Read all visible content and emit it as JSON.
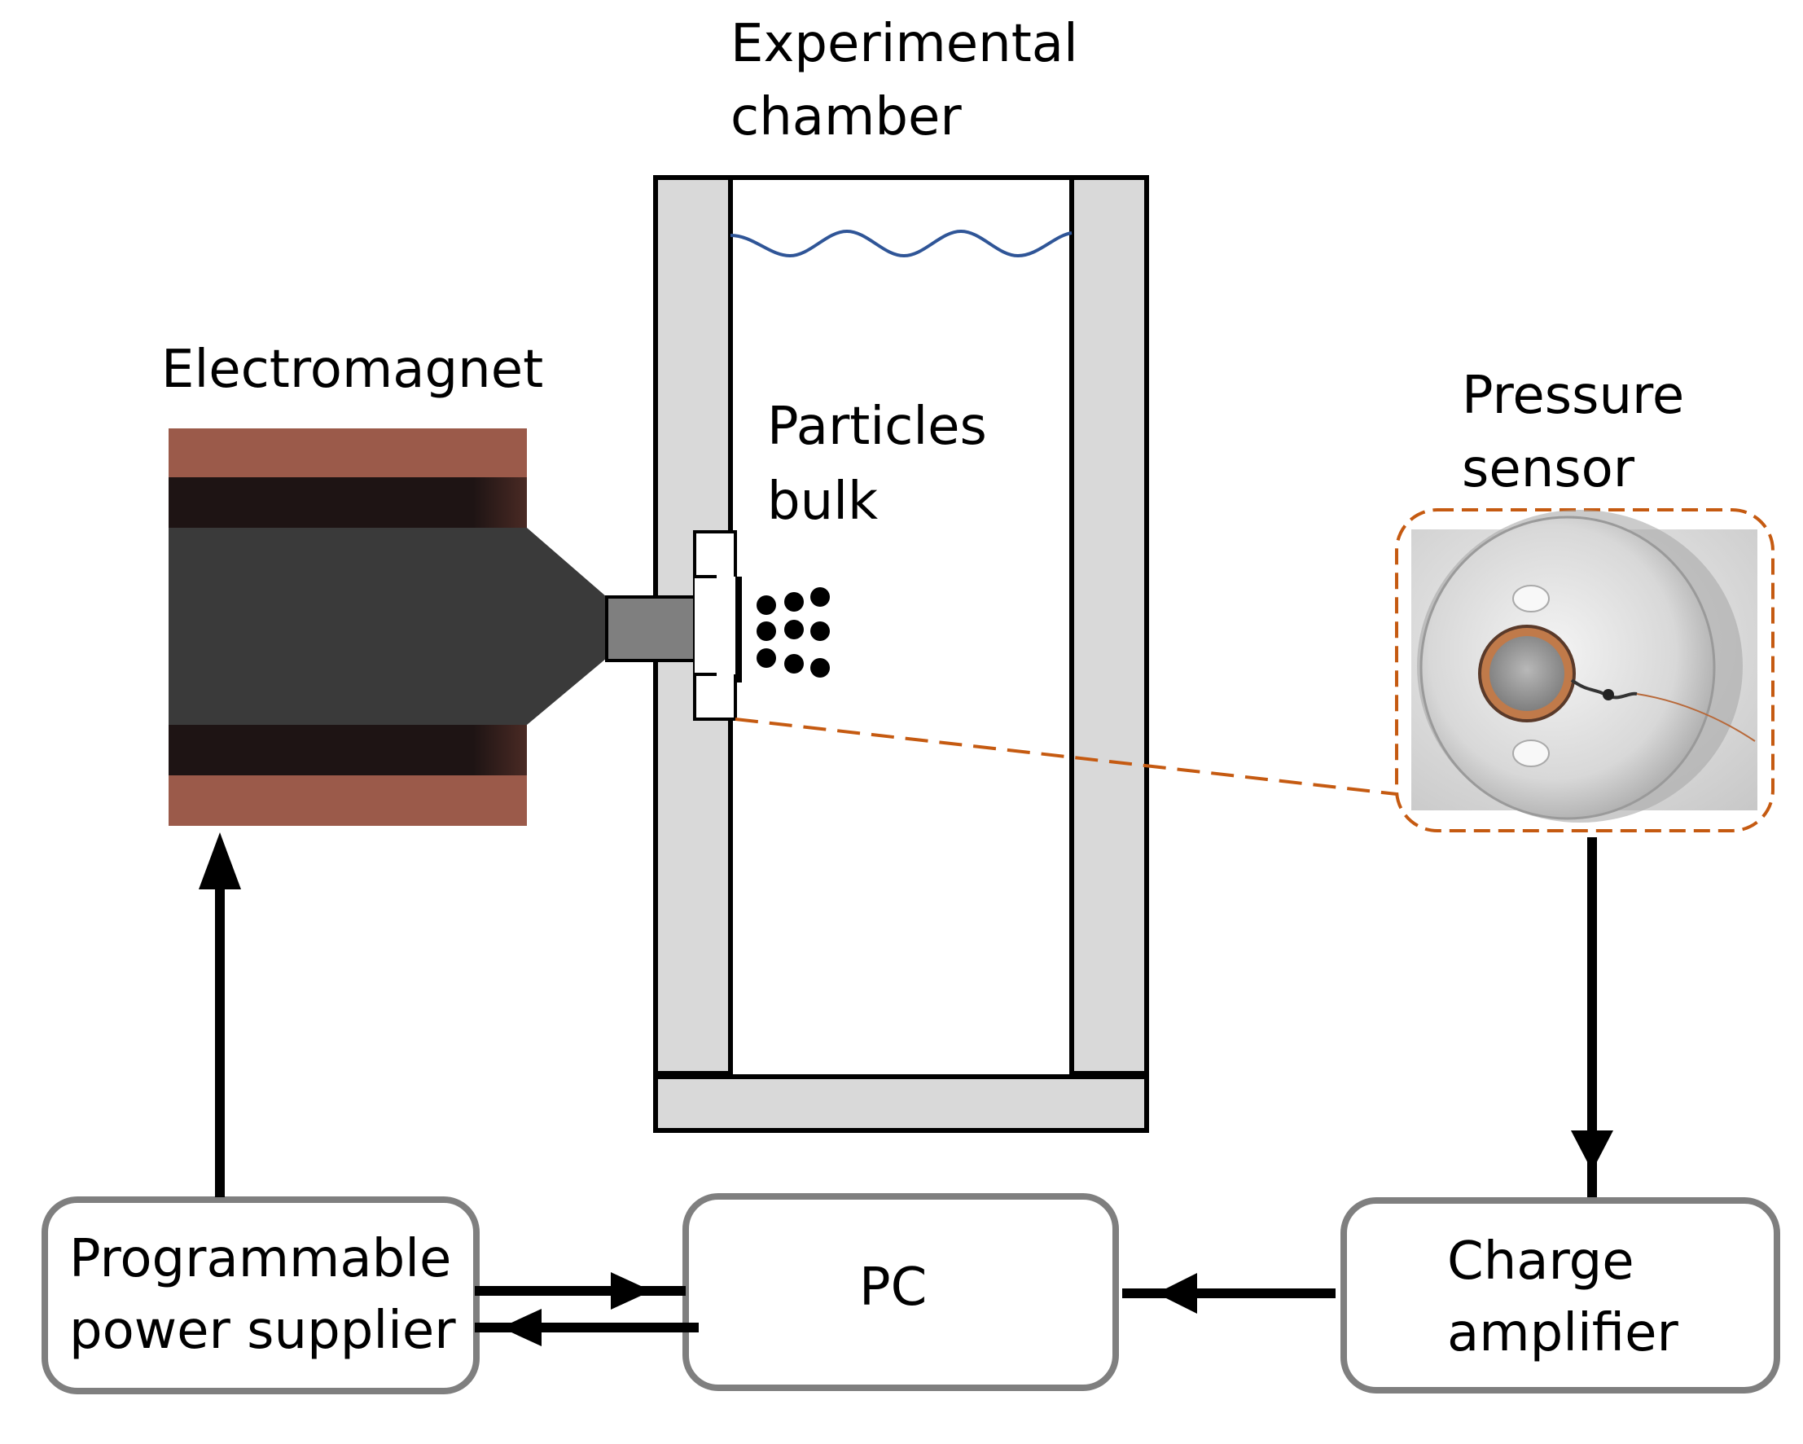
{
  "labels": {
    "chamber_line1": "Experimental",
    "chamber_line2": "chamber",
    "electromagnet": "Electromagnet",
    "particles_line1": "Particles",
    "particles_line2": "bulk",
    "sensor_line1": "Pressure",
    "sensor_line2": "sensor"
  },
  "boxes": {
    "power_line1": "Programmable",
    "power_line2": "power supplier",
    "pc": "PC",
    "amp_line1": "Charge",
    "amp_line2": "amplifier"
  },
  "colors": {
    "chamber_wall": "#d9d9d9",
    "coil": "#9b5a4a",
    "core": "#3a3a3a",
    "plunger": "#7f7f7f",
    "callout": "#c55a11",
    "water": "#2f5597",
    "box_border": "#7f7f7f",
    "sensor_copper": "#b8693a"
  }
}
